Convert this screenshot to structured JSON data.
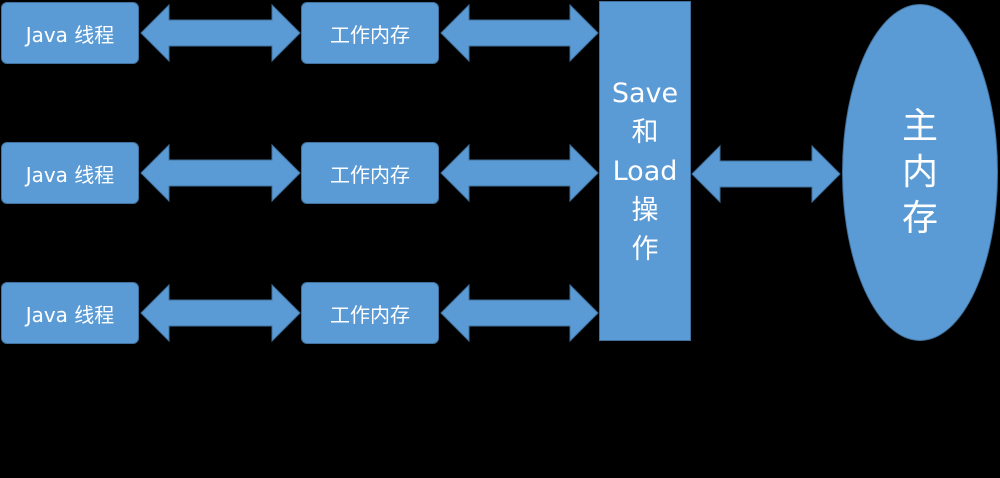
{
  "colors": {
    "background": "#000000",
    "node_fill": "#5b9bd5",
    "node_stroke": "#41719c",
    "text": "#ffffff"
  },
  "threads": [
    {
      "label": "Java 线程",
      "working_memory": "工作内存"
    },
    {
      "label": "Java 线程",
      "working_memory": "工作内存"
    },
    {
      "label": "Java 线程",
      "working_memory": "工作内存"
    }
  ],
  "operation": {
    "lines": [
      "Save",
      "和",
      "Load",
      "操",
      "作"
    ]
  },
  "main_memory": {
    "lines": [
      "主",
      "内",
      "存"
    ]
  },
  "connectors": [
    "thread-1 <-> working-memory-1",
    "thread-2 <-> working-memory-2",
    "thread-3 <-> working-memory-3",
    "working-memory-1 <-> operation",
    "working-memory-2 <-> operation",
    "working-memory-3 <-> operation",
    "operation <-> main-memory"
  ]
}
